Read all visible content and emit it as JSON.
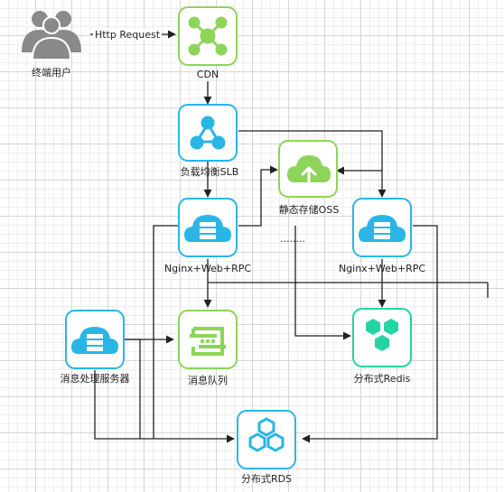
{
  "nodes": {
    "user": {
      "label": "终端用户"
    },
    "cdn": {
      "label": "CDN"
    },
    "slb": {
      "label": "负载均衡SLB"
    },
    "oss": {
      "label": "静态存储OSS"
    },
    "nginx_left": {
      "label": "Nginx+Web+RPC"
    },
    "nginx_right": {
      "label": "Nginx+Web+RPC"
    },
    "msg_server": {
      "label": "消息处理服务器"
    },
    "mq": {
      "label": "消息队列"
    },
    "redis": {
      "label": "分布式Redis"
    },
    "rds": {
      "label": "分布式RDS"
    }
  },
  "edges": {
    "http_request": {
      "label": "Http Request"
    },
    "ellipsis": {
      "label": "........"
    }
  },
  "colors": {
    "blue": "#29b6e6",
    "green": "#8ed45a",
    "teal": "#25d3a3",
    "user_gray": "#8a8a8a",
    "line": "#222222"
  },
  "icons": {
    "user": "user-group-icon",
    "cdn": "cdn-network-icon",
    "slb": "load-balancer-icon",
    "oss": "cloud-storage-icon",
    "nginx": "server-cloud-icon",
    "msg_server": "server-cloud-icon",
    "mq": "message-queue-icon",
    "redis": "redis-hexagon-icon",
    "rds": "database-hexagon-icon"
  }
}
